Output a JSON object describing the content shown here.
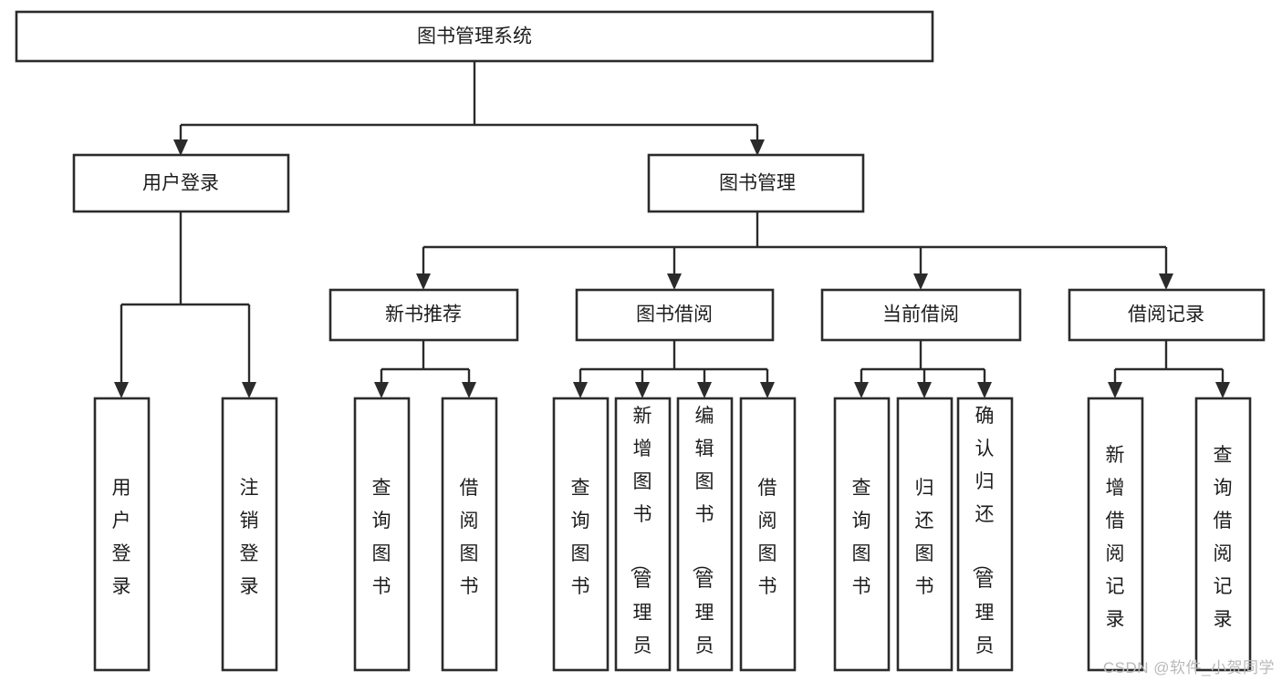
{
  "diagram": {
    "title": "图书管理系统",
    "type": "tree-hierarchy-chart",
    "watermark": "CSDN @软件_小贺同学",
    "colors": {
      "background": "#ffffff",
      "node_fill": "#ffffff",
      "node_stroke": "#2b2b2b",
      "text": "#1d1d1d",
      "watermark": "#b9b9b9"
    },
    "root": {
      "id": "root",
      "label": "图书管理系统",
      "orientation": "horizontal"
    },
    "level2": [
      {
        "id": "user-login",
        "label": "用户登录",
        "orientation": "horizontal"
      },
      {
        "id": "book-management",
        "label": "图书管理",
        "orientation": "horizontal"
      }
    ],
    "level3": [
      {
        "id": "new-book-recommend",
        "label": "新书推荐",
        "parent": "book-management",
        "orientation": "horizontal"
      },
      {
        "id": "book-borrow",
        "label": "图书借阅",
        "parent": "book-management",
        "orientation": "horizontal"
      },
      {
        "id": "current-borrow",
        "label": "当前借阅",
        "parent": "book-management",
        "orientation": "horizontal"
      },
      {
        "id": "borrow-record",
        "label": "借阅记录",
        "parent": "book-management",
        "orientation": "horizontal"
      }
    ],
    "leaves": [
      {
        "id": "leaf-user-login",
        "label": "用户登录",
        "parent": "user-login",
        "orientation": "vertical"
      },
      {
        "id": "leaf-logout-login",
        "label": "注销登录",
        "parent": "user-login",
        "orientation": "vertical"
      },
      {
        "id": "leaf-query-book-1",
        "label": "查询图书",
        "parent": "new-book-recommend",
        "orientation": "vertical"
      },
      {
        "id": "leaf-borrow-book-1",
        "label": "借阅图书",
        "parent": "new-book-recommend",
        "orientation": "vertical"
      },
      {
        "id": "leaf-query-book-2",
        "label": "查询图书",
        "parent": "book-borrow",
        "orientation": "vertical"
      },
      {
        "id": "leaf-add-book-admin",
        "label": "新增图书（管理员）",
        "parent": "book-borrow",
        "orientation": "vertical"
      },
      {
        "id": "leaf-edit-book-admin",
        "label": "编辑图书（管理员）",
        "parent": "book-borrow",
        "orientation": "vertical"
      },
      {
        "id": "leaf-borrow-book-2",
        "label": "借阅图书",
        "parent": "book-borrow",
        "orientation": "vertical"
      },
      {
        "id": "leaf-query-book-3",
        "label": "查询图书",
        "parent": "current-borrow",
        "orientation": "vertical"
      },
      {
        "id": "leaf-return-book",
        "label": "归还图书",
        "parent": "current-borrow",
        "orientation": "vertical"
      },
      {
        "id": "leaf-confirm-return-admin",
        "label": "确认归还（管理员）",
        "parent": "current-borrow",
        "orientation": "vertical"
      },
      {
        "id": "leaf-add-borrow-record",
        "label": "新增借阅记录",
        "parent": "borrow-record",
        "orientation": "vertical"
      },
      {
        "id": "leaf-query-borrow-record",
        "label": "查询借阅记录",
        "parent": "borrow-record",
        "orientation": "vertical"
      }
    ]
  }
}
